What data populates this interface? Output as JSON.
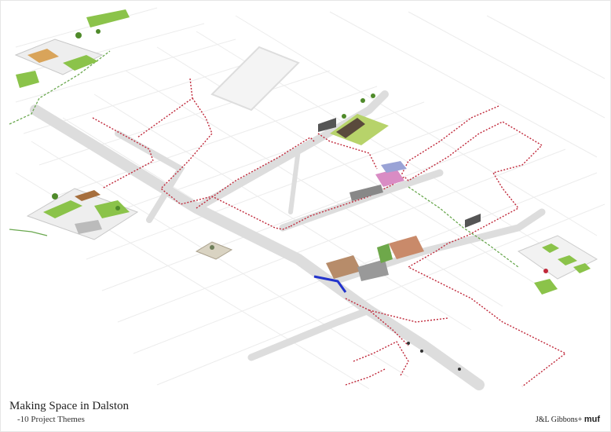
{
  "title": "Making Space in Dalston",
  "subtitle": "-10 Project Themes",
  "credit_primary": "J&L Gibbons+",
  "credit_secondary": "muf",
  "colors": {
    "road": "#dcdcdc",
    "route_red": "#c0283a",
    "route_green": "#6aa84f",
    "highlight_blue": "#2233cc",
    "green_space": "#8bc34a",
    "building_line": "#e7e7e7"
  }
}
